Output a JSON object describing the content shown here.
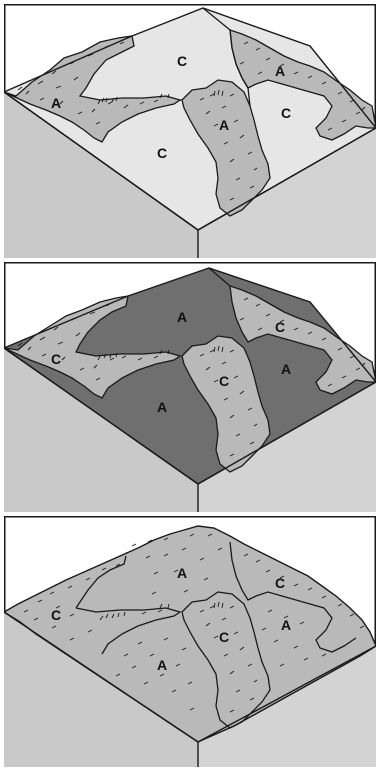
{
  "colors": {
    "cube_left": "#c9c9c9",
    "cube_right": "#d3d3d3",
    "top_light": "#e6e6e6",
    "top_dark": "#6f6f6f",
    "rough": "#b9b9b9",
    "ink": "#1a1a1a"
  },
  "panels": [
    {
      "id": "top",
      "labels": [
        {
          "text": "C",
          "region": "r1"
        },
        {
          "text": "A",
          "region": "r2"
        },
        {
          "text": "A",
          "region": "r3"
        },
        {
          "text": "C",
          "region": "r4"
        },
        {
          "text": "A",
          "region": "r5"
        },
        {
          "text": "C",
          "region": "r6"
        }
      ]
    },
    {
      "id": "middle",
      "labels": [
        {
          "text": "A",
          "region": "r1"
        },
        {
          "text": "C",
          "region": "r2"
        },
        {
          "text": "C",
          "region": "r3"
        },
        {
          "text": "A",
          "region": "r4"
        },
        {
          "text": "C",
          "region": "r5"
        },
        {
          "text": "A",
          "region": "r6"
        }
      ]
    },
    {
      "id": "bottom",
      "labels": [
        {
          "text": "A",
          "region": "r1"
        },
        {
          "text": "C",
          "region": "r2"
        },
        {
          "text": "C",
          "region": "r3"
        },
        {
          "text": "A",
          "region": "r4"
        },
        {
          "text": "C",
          "region": "r5"
        },
        {
          "text": "A",
          "region": "r6"
        }
      ]
    }
  ]
}
